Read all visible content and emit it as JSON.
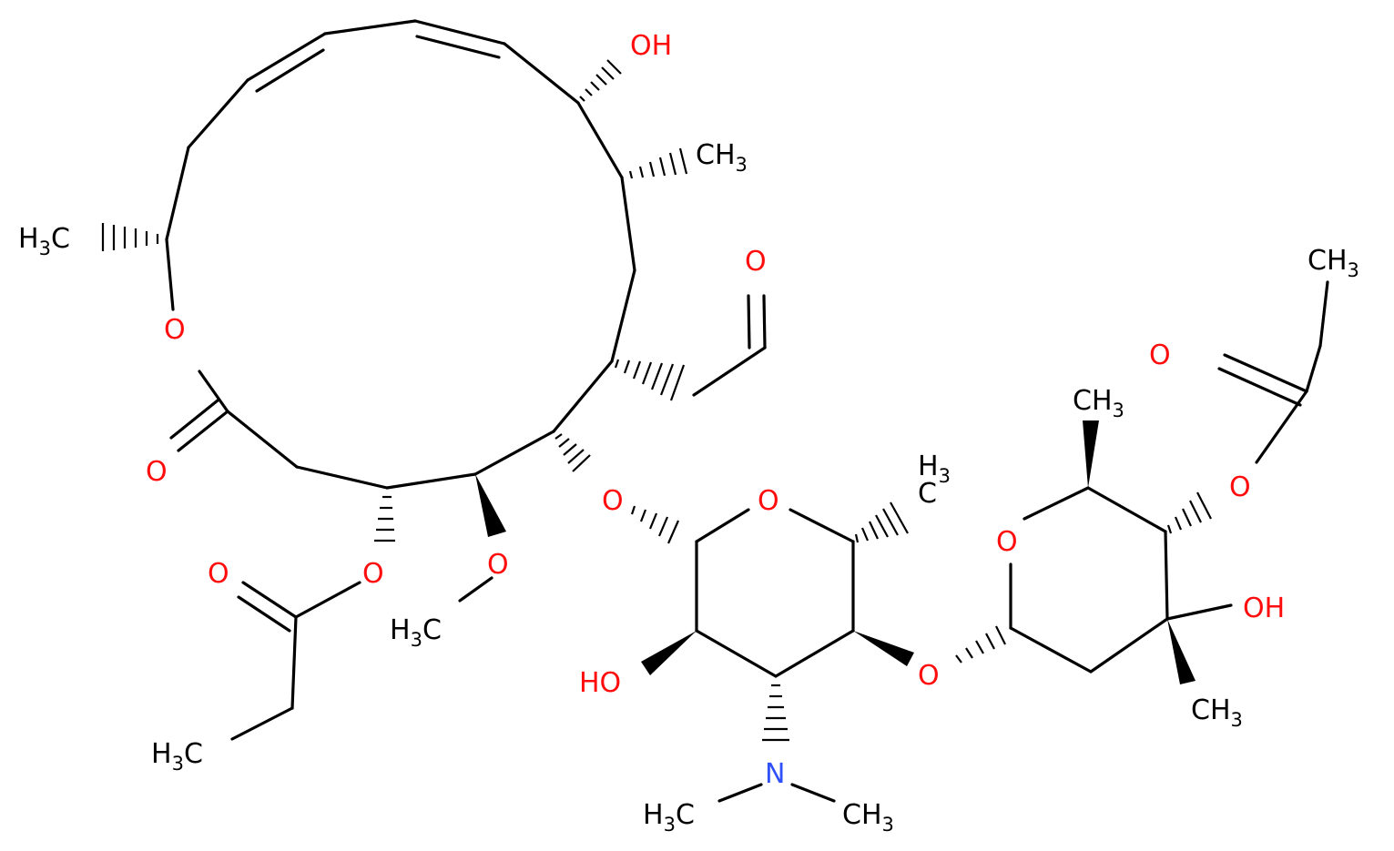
{
  "colors": {
    "bond": "#000000",
    "carbon_label": "#000000",
    "oxygen": "#ff0d0d",
    "nitrogen": "#3050f8",
    "background": "#ffffff"
  },
  "labels": {
    "oh_top": "OH",
    "ch3_ring_top": "CH",
    "ch3_ring_top_sub": "3",
    "h3c_left": "H",
    "h3c_left_sub": "3",
    "h3c_left_c": "C",
    "o_ring_ester": "O",
    "o_carbonyl_lactone": "O",
    "o_aldehyde": "O",
    "o_ester_left": "O",
    "o_ester_left_carbonyl": "O",
    "h3c_propionyl_left": "H",
    "h3c_propionyl_left_sub": "3",
    "h3c_propionyl_left_c": "C",
    "o_methoxy": "O",
    "h3c_methoxy": "H",
    "h3c_methoxy_sub": "3",
    "h3c_methoxy_c": "C",
    "o_glycoside": "O",
    "o_sugar1_ring": "O",
    "h3_sugar1_methyl": "H",
    "h3_sugar1_methyl_sub": "3",
    "ho_sugar1": "HO",
    "n_dimethyl": "N",
    "h3c_n_left": "H",
    "h3c_n_left_sub": "3",
    "h3c_n_left_c": "C",
    "ch3_n_right": "CH",
    "ch3_n_right_sub": "3",
    "o_glycoside2": "O",
    "o_sugar2_ring": "O",
    "ch3_sugar2": "CH",
    "ch3_sugar2_sub": "3",
    "o_ester_right": "O",
    "o_ester_right_carbonyl": "O",
    "ch3_propionyl_right": "CH",
    "ch3_propionyl_right_sub": "3",
    "oh_sugar2": "OH",
    "ch3_sugar2_bottom": "CH",
    "ch3_sugar2_bottom_sub": "3"
  }
}
